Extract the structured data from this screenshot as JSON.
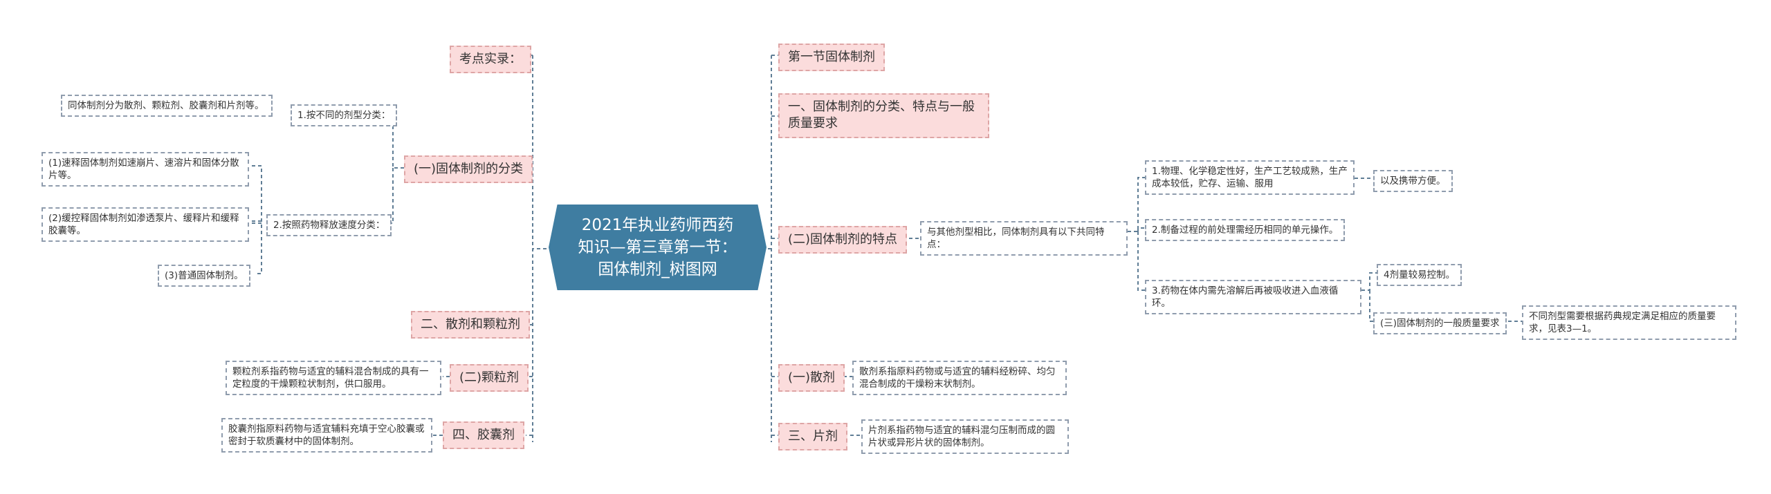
{
  "root": {
    "title": "2021年执业药师西药知识—第三章第一节：固体制剂_树图网"
  },
  "left": {
    "kaodian": "考点实录：",
    "classify": "(一)固体制剂的分类",
    "by_form": "1.按不同的剂型分类：",
    "by_form_note": "同体制剂分为散剂、颗粒剂、胶囊剂和片剂等。",
    "by_release": "2.按照药物释放速度分类：",
    "release_1": "(1)速释固体制剂如速崩片、速溶片和固体分散片等。",
    "release_2": "(2)缓控释固体制剂如渗透泵片、缓释片和缓释胶囊等。",
    "release_3": "(3)普通固体制剂。",
    "powder_granule": "二、散剂和颗粒剂",
    "granule": "(二)颗粒剂",
    "granule_note": "颗粒剂系指药物与适宜的辅料混合制成的具有一定粒度的干燥颗粒状制剂，供口服用。",
    "capsule": "四、胶囊剂",
    "capsule_note": "胶囊剂指原料药物与适宜辅料充填于空心胶囊或密封于软质囊材中的固体制剂。"
  },
  "right": {
    "section1": "第一节固体制剂",
    "intro": "一、固体制剂的分类、特点与一般质量要求",
    "features": "(二)固体制剂的特点",
    "features_intro": "与其他剂型相比，同体制剂具有以下共同特点：",
    "feat_1": "1.物理、化学稳定性好，生产工艺较成熟，生产成本较低，贮存、运输、服用",
    "feat_1_cont": "以及携带方便。",
    "feat_2": "2.制备过程的前处理需经历相同的单元操作。",
    "feat_3": "3.药物在体内需先溶解后再被吸收进入血液循环。",
    "feat_4": "4剂量较易控制。",
    "quality_req": "(三)固体制剂的一般质量要求",
    "quality_note": "不同剂型需要根据药典规定满足相应的质量要求，见表3—1。",
    "powder": "(一)散剂",
    "powder_note": "散剂系指原料药物或与适宜的辅料经粉碎、均匀混合制成的干燥粉末状制剂。",
    "tablet": "三、片剂",
    "tablet_note": "片剂系指药物与适宜的辅料混匀压制而成的圆片状或异形片状的固体制剂。"
  },
  "colors": {
    "root_bg": "#3f7da1",
    "topic_bg": "#fbdcdc",
    "line": "#5f7d95"
  }
}
